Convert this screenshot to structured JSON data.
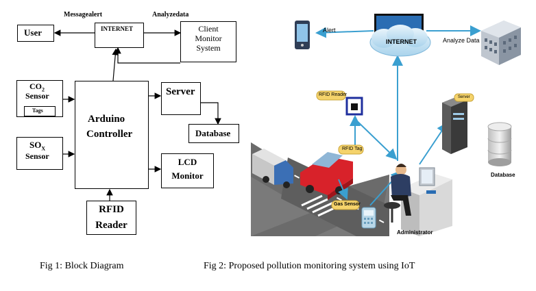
{
  "block_diagram": {
    "message_alert": "Messagealert",
    "analyze_data": "Analyzedata",
    "user": "User",
    "internet": "INTERNET",
    "client_monitor_l1": "Client",
    "client_monitor_l2": "Monitor",
    "client_monitor_l3": "System",
    "co2_sensor_l1": "CO",
    "co2_sub": "2",
    "co2_sensor_l2": "Sensor",
    "tags": "Tags",
    "sox_sensor_l1": "SO",
    "sox_sub": "X",
    "sox_sensor_l2": "Sensor",
    "arduino_l1": "Arduino",
    "arduino_l2": "Controller",
    "server": "Server",
    "database": "Database",
    "lcd_l1": "LCD",
    "lcd_l2": "Monitor",
    "rfid_l1": "RFID",
    "rfid_l2": "Reader"
  },
  "iot_system": {
    "alert": "Alert",
    "internet": "INTERNET",
    "analyze_data": "Analyze Data",
    "rfid_reader": "RFID Reader",
    "rfid_tag": "RFID Tag",
    "gas_sensor": "Gas Sensor",
    "server": "Server",
    "database": "Database",
    "administrator": "Administrator"
  },
  "captions": {
    "fig1": "Fig 1: Block Diagram",
    "fig2": "Fig 2: Proposed pollution monitoring system using IoT"
  },
  "colors": {
    "arrow_blue": "#3a9fd0",
    "car_red": "#d8222a",
    "tag_yellow": "#f5d36b",
    "road_gray": "#6b6b6b"
  }
}
